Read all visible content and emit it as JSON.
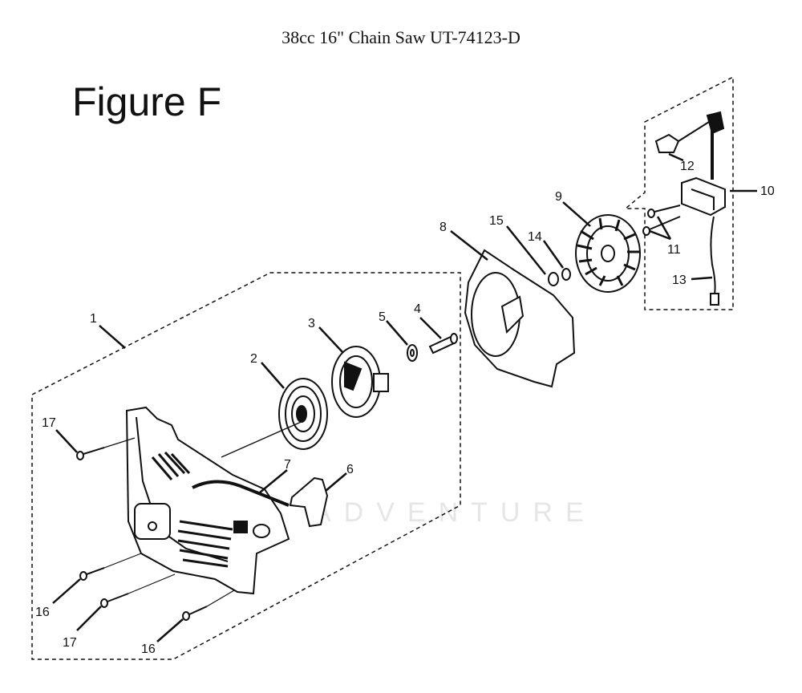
{
  "header": {
    "title": "38cc 16\" Chain Saw UT-74123-D"
  },
  "figure": {
    "label": "Figure F"
  },
  "watermark": "ADVENTURE",
  "callouts": [
    "1",
    "2",
    "3",
    "4",
    "5",
    "6",
    "7",
    "8",
    "9",
    "10",
    "11",
    "12",
    "13",
    "14",
    "15",
    "16",
    "17"
  ],
  "callouts_repeat": {
    "left_17": "17",
    "left_16": "16",
    "bottom_17": "17",
    "bottom_16": "16"
  },
  "colors": {
    "ink": "#111111",
    "background": "#ffffff"
  }
}
